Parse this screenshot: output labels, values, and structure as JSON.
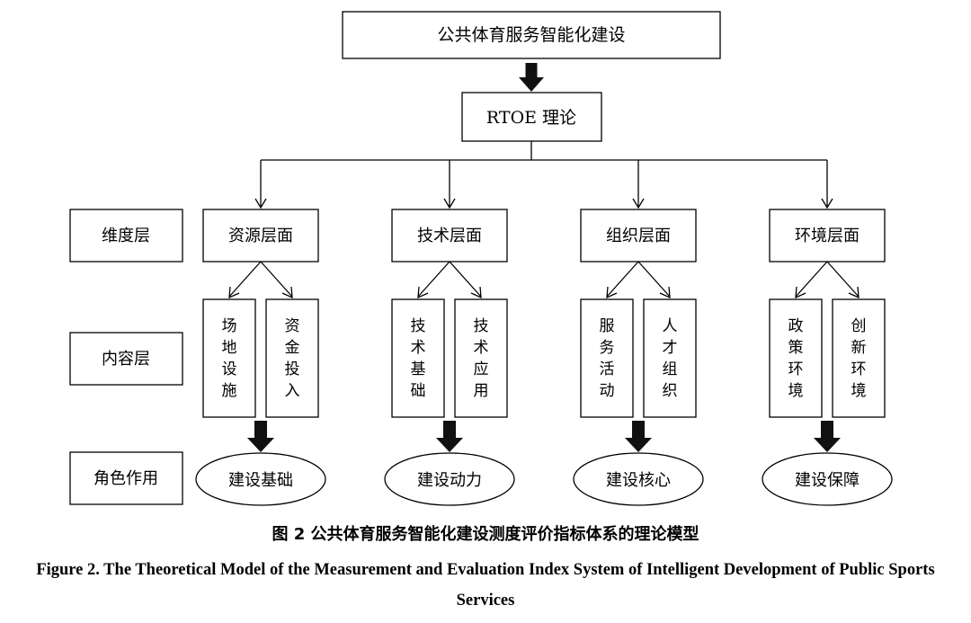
{
  "top": {
    "title": "公共体育服务智能化建设"
  },
  "theory": {
    "label": "RTOE 理论"
  },
  "rows": {
    "dimension": "维度层",
    "content": "内容层",
    "role": "角色作用"
  },
  "dimensions": [
    {
      "label": "资源层面",
      "content": [
        "场地设施",
        "资金投入"
      ],
      "role": "建设基础"
    },
    {
      "label": "技术层面",
      "content": [
        "技术基础",
        "技术应用"
      ],
      "role": "建设动力"
    },
    {
      "label": "组织层面",
      "content": [
        "服务活动",
        "人才组织"
      ],
      "role": "建设核心"
    },
    {
      "label": "环境层面",
      "content": [
        "政策环境",
        "创新环境"
      ],
      "role": "建设保障"
    }
  ],
  "caption": {
    "chinese": "图 2   公共体育服务智能化建设测度评价指标体系的理论模型",
    "english": "Figure 2.    The Theoretical Model of the Measurement and Evaluation Index System of Intelligent Development of Public Sports Services"
  }
}
